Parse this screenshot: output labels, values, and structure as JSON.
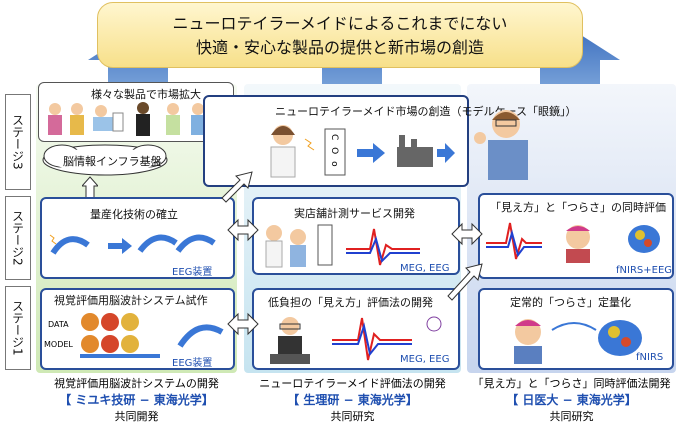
{
  "goal": {
    "line1": "ニューロテイラーメイドによるこれまでにない",
    "line2": "快適・安心な製品の提供と新市場の創造"
  },
  "stages": {
    "stage3": "ステージ3",
    "stage2": "ステージ2",
    "stage1": "ステージ1"
  },
  "col1": {
    "stage3_title": "様々な製品で市場拡大",
    "cloud_label": "脳情報インフラ基盤",
    "stage2_title": "量産化技術の確立",
    "stage2_tag": "EEG装置",
    "stage1_title": "視覚評価用脳波計システム試作",
    "stage1_data": "DATA",
    "stage1_model": "MODEL",
    "stage1_tag": "EEG装置",
    "bottom_desc": "視覚評価用脳波計システムの開発",
    "bottom_org": "【 ミユキ技研 − 東海光学】",
    "bottom_type": "共同開発"
  },
  "col2": {
    "stage3_title": "ニューロテイラーメイド市場の創造（モデルケース「眼鏡」）",
    "stage2_title": "実店舗計測サービス開発",
    "stage2_tag": "MEG, EEG",
    "stage1_title": "低負担の「見え方」評価法の開発",
    "stage1_tag": "MEG, EEG",
    "chart_letters": "C O o",
    "bottom_desc": "ニューロテイラーメイド評価法の開発",
    "bottom_org": "【 生理研 − 東海光学】",
    "bottom_type": "共同研究"
  },
  "col3": {
    "stage2_title": "「見え方」と「つらさ」の同時評価",
    "stage2_tag": "fNIRS+EEG",
    "stage1_title": "定常的「つらさ」定量化",
    "stage1_tag": "fNIRS",
    "bottom_desc": "「見え方」と「つらさ」同時評価法開発",
    "bottom_org": "【 日医大 − 東海光学】",
    "bottom_type": "共同研究"
  },
  "colors": {
    "accent": "#1f4fb0",
    "box_border": "#2a4f9a",
    "wave_red": "#e02020",
    "wave_blue": "#2040d0",
    "brain_blue": "#3a77d6"
  }
}
